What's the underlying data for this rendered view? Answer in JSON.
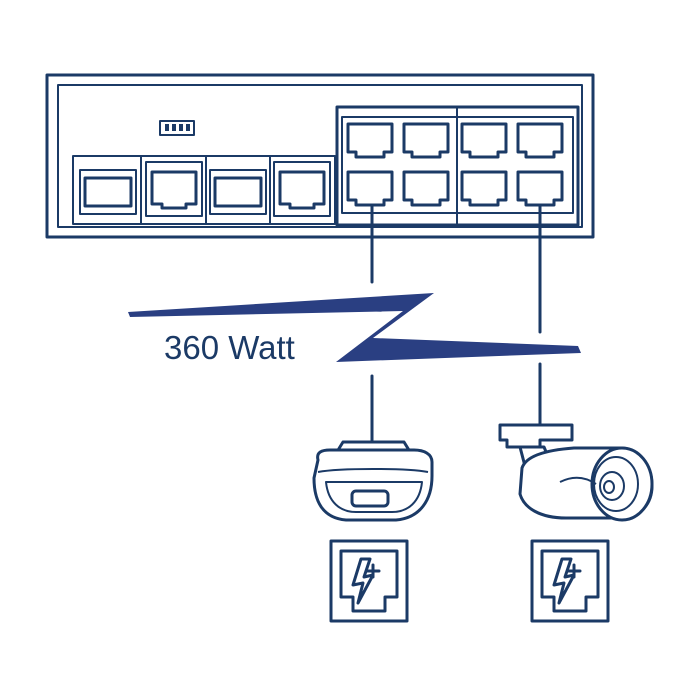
{
  "power_label": "360 Watt",
  "colors": {
    "stroke": "#1b3a66",
    "bolt": "#2a3f82",
    "background": "#ffffff"
  },
  "switch": {
    "sfp_ports": 2,
    "rj45_uplink_ports": 2,
    "poe_ports": 8
  },
  "devices": [
    {
      "icon": "dome-camera-icon",
      "badge": "poe-plus-icon"
    },
    {
      "icon": "bullet-camera-icon",
      "badge": "poe-plus-icon"
    }
  ]
}
